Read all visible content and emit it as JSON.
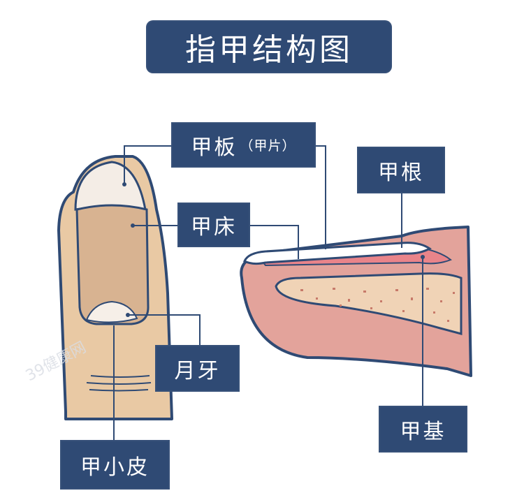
{
  "title": "指甲结构图",
  "labels": {
    "nail_plate": "甲板",
    "nail_plate_alt": "（甲片）",
    "nail_bed": "甲床",
    "nail_root": "甲根",
    "lunula": "月牙",
    "cuticle": "甲小皮",
    "nail_matrix": "甲基"
  },
  "watermark": "39健康网",
  "colors": {
    "label_bg": "#2f4a74",
    "label_text": "#ffffff",
    "outline": "#2f4a74",
    "skin": "#e9c9a4",
    "nail": "#d8b391",
    "nail_tip": "#f4ede6",
    "lunula": "#f6efe8",
    "section_skin": "#e3a39b",
    "section_inner": "#f0d3b6",
    "nail_bed_pink": "#e9848a"
  }
}
